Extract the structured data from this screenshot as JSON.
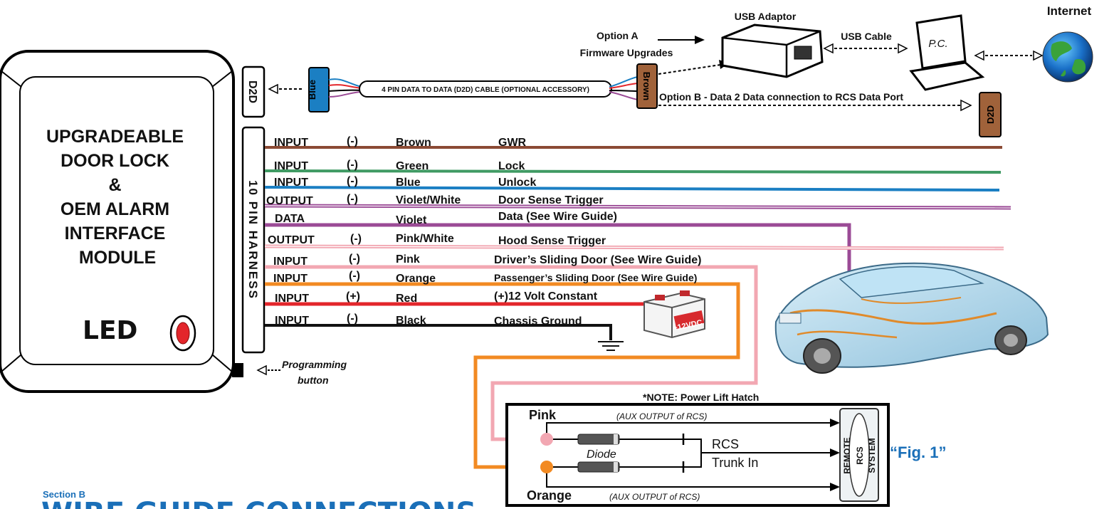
{
  "module": {
    "title_lines": [
      "UPGRADEABLE",
      "DOOR LOCK",
      "&",
      "OEM ALARM",
      "INTERFACE",
      "MODULE"
    ],
    "led_label": "LED",
    "harness_label": "10 PIN HARNESS",
    "d2d_port_label": "D2D",
    "programming_button_label": [
      "Programming",
      "button"
    ]
  },
  "cable": {
    "label": "4 PIN DATA TO DATA (D2D) CABLE (OPTIONAL ACCESSORY)",
    "left_connector": "Blue",
    "right_connector": "Brown"
  },
  "upgrade": {
    "usb_adaptor": "USB Adaptor",
    "usb_cable": "USB Cable",
    "pc": "P.C.",
    "internet": "Internet",
    "option_a_lines": [
      "Option A",
      "Firmware Upgrades"
    ],
    "option_b": "Option B - Data 2 Data connection to RCS Data Port",
    "rcs_d2d": "D2D"
  },
  "wires": [
    {
      "type": "INPUT",
      "polarity": "(-)",
      "color": "Brown",
      "function": "GWR",
      "hex": "#8b4a34"
    },
    {
      "type": "INPUT",
      "polarity": "(-)",
      "color": "Green",
      "function": "Lock",
      "hex": "#3f9a63"
    },
    {
      "type": "INPUT",
      "polarity": "(-)",
      "color": "Blue",
      "function": "Unlock",
      "hex": "#1b7fc3"
    },
    {
      "type": "OUTPUT",
      "polarity": "(-)",
      "color": "Violet/White",
      "function": "Door Sense Trigger",
      "hex": "#9b4b96"
    },
    {
      "type": "DATA",
      "polarity": "",
      "color": "Violet",
      "function": "Data (See Wire Guide)",
      "hex": "#9b4b96"
    },
    {
      "type": "OUTPUT",
      "polarity": "(-)",
      "color": "Pink/White",
      "function": "Hood Sense Trigger",
      "hex": "#f2a7b2"
    },
    {
      "type": "INPUT",
      "polarity": "(-)",
      "color": "Pink",
      "function": "Driver’s Sliding Door (See Wire Guide)",
      "hex": "#f2a7b2"
    },
    {
      "type": "INPUT",
      "polarity": "(-)",
      "color": "Orange",
      "function": "Passenger’s Sliding Door (See Wire Guide)",
      "hex": "#f28a22"
    },
    {
      "type": "INPUT",
      "polarity": "(+)",
      "color": "Red",
      "function": "(+)12 Volt Constant",
      "hex": "#e3262b"
    },
    {
      "type": "INPUT",
      "polarity": "(-)",
      "color": "Black",
      "function": "Chassis Ground",
      "hex": "#111111"
    }
  ],
  "battery_label": "+12VDC",
  "note": {
    "title": "*NOTE:  Power Lift Hatch",
    "pink": "Pink",
    "orange": "Orange",
    "aux_top": "(AUX OUTPUT of RCS)",
    "aux_bottom": "(AUX OUTPUT of RCS)",
    "diode": "Diode",
    "rcs_lines": [
      "RCS",
      "Trunk In"
    ],
    "system_words": [
      "REMOTE",
      "RCS",
      "SYSTEM"
    ],
    "fig_label": "“Fig. 1”"
  },
  "section": {
    "label": "Section B",
    "title": "WIRE GUIDE CONNECTIONS"
  },
  "colors": {
    "accent_blue": "#1a6fb8",
    "connector_blue": "#1b7fc3",
    "connector_brown": "#a0623a",
    "led_red": "#e3262b"
  }
}
